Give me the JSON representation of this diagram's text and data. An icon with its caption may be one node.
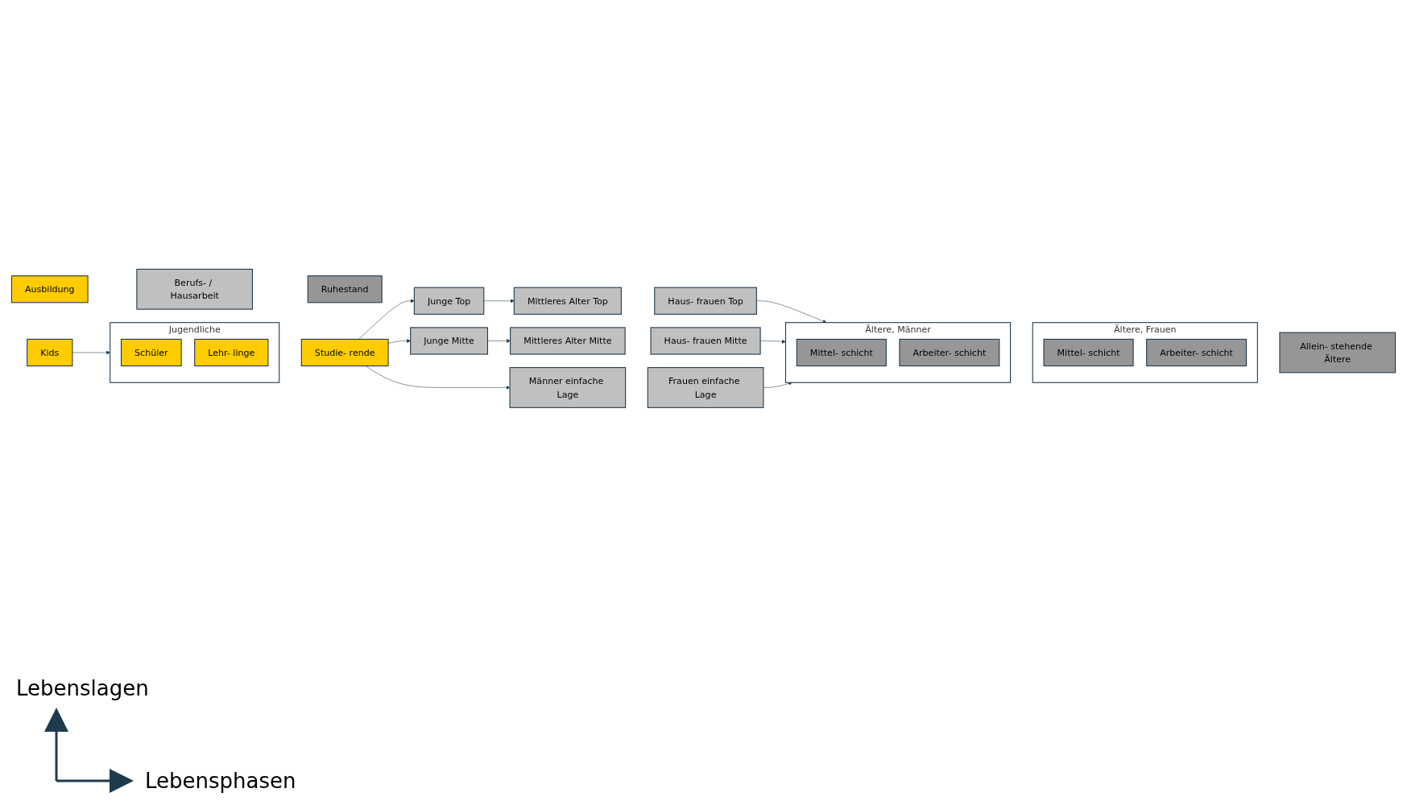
{
  "diagram": {
    "nodes": [
      {
        "text": [
          "Ausbildung"
        ]
      },
      {
        "text": [
          "Berufs- / Hausarbeit"
        ]
      },
      {
        "text": [
          "Ruhestand"
        ]
      },
      {
        "text": [
          "Kids"
        ]
      },
      {
        "text": [
          "Jugendliche"
        ]
      },
      {
        "text": [
          "Schüler"
        ],
        "in": 4
      },
      {
        "text": [
          "Lehr- linge"
        ],
        "in": 4
      },
      {
        "text": [
          "Studie- rende"
        ]
      },
      {
        "text": [
          "Junge Top"
        ]
      },
      {
        "text": [
          "Mittleres Alter Top"
        ]
      },
      {
        "text": [
          "Haus- frauen Top"
        ]
      },
      {
        "text": [
          "Junge Mitte"
        ]
      },
      {
        "text": [
          "Mittleres Alter Mitte"
        ]
      },
      {
        "text": [
          "Haus- frauen Mitte"
        ]
      },
      {
        "text": [
          "Männer einfache Lage"
        ]
      },
      {
        "text": [
          "Frauen einfache Lage"
        ]
      },
      {
        "text": [
          "Ältere, Männer"
        ]
      },
      {
        "text": [
          "Mittel- schicht"
        ],
        "in": 16
      },
      {
        "text": [
          "Arbeiter- schicht"
        ],
        "in": 16
      },
      {
        "text": [
          "Ältere, Frauen"
        ]
      },
      {
        "text": [
          "Mittel- schicht"
        ],
        "in": 19
      },
      {
        "text": [
          "Arbeiter- schicht"
        ],
        "in": 19
      },
      {
        "text": [
          "Allein- stehende Ältere"
        ]
      }
    ],
    "edges": [
      {
        "from": 3,
        "to": 4,
        "arrow": "to"
      },
      {
        "from": 7,
        "to": 8,
        "arrow": "to"
      },
      {
        "from": 7,
        "to": 11,
        "arrow": "to"
      },
      {
        "from": 7,
        "to": 14,
        "arrow": "to"
      },
      {
        "from": 8,
        "to": 9,
        "arrow": "to"
      },
      {
        "from": 11,
        "to": 12,
        "arrow": "to"
      },
      {
        "from": 10,
        "to": 16,
        "arrow": "to"
      },
      {
        "from": 13,
        "to": 16,
        "arrow": "to"
      },
      {
        "from": 15,
        "to": 16,
        "arrow": "to"
      }
    ],
    "labels": [
      "Lebenslagen",
      "Lebensphasen"
    ]
  }
}
